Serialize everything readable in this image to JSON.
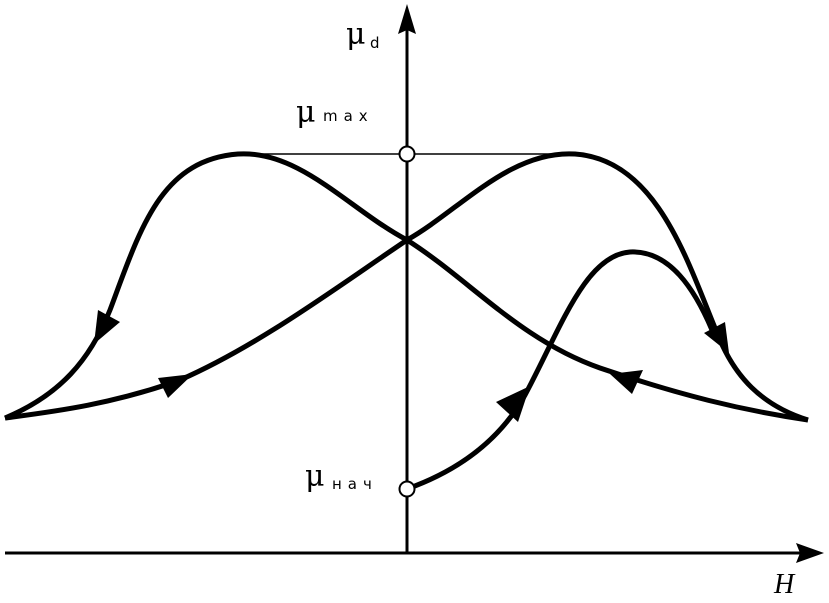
{
  "labels": {
    "y_axis_symbol": "μ",
    "y_axis_subscript": "d",
    "x_axis": "H",
    "mu_max_symbol": "μ",
    "mu_max_subscript": "max",
    "mu_init_symbol": "μ",
    "mu_init_subscript": "нач"
  },
  "colors": {
    "line": "#000000",
    "background": "#ffffff"
  }
}
